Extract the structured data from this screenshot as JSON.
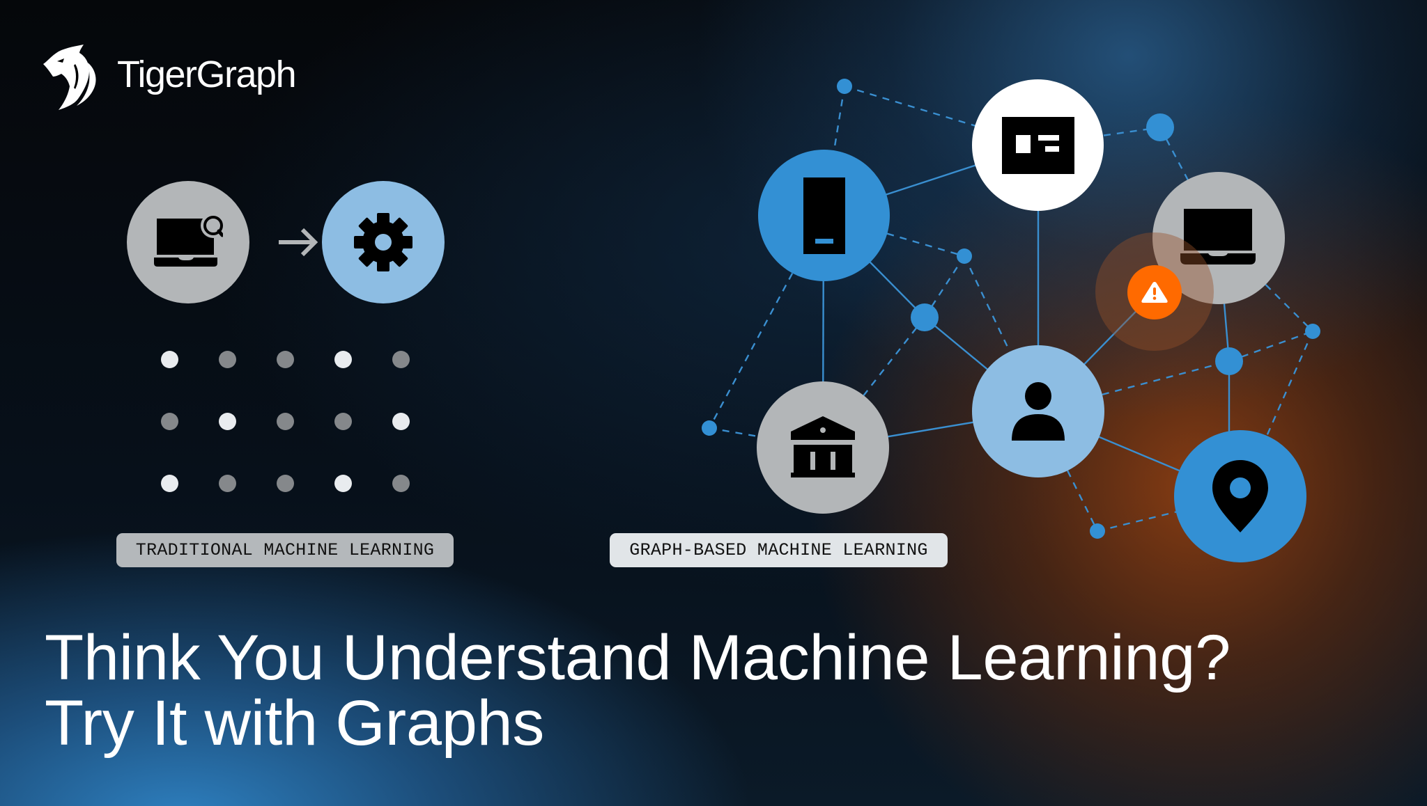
{
  "brand": {
    "logo_icon": "tiger-head-icon",
    "name": "TigerGraph"
  },
  "traditional": {
    "label": "TRADITIONAL MACHINE LEARNING",
    "source_icon": "laptop-search-icon",
    "arrow_icon": "arrow-right-icon",
    "target_icon": "gear-icon",
    "dot_grid": [
      [
        "bright",
        "dim",
        "dim",
        "bright",
        "dim"
      ],
      [
        "dim",
        "bright",
        "dim",
        "dim",
        "bright"
      ],
      [
        "bright",
        "dim",
        "dim",
        "bright",
        "dim"
      ]
    ]
  },
  "graph_based": {
    "label": "GRAPH-BASED MACHINE LEARNING",
    "nodes": [
      {
        "id": "phone",
        "icon": "phone-icon",
        "color": "#3390D4"
      },
      {
        "id": "card",
        "icon": "id-card-icon",
        "color": "#FFFFFF"
      },
      {
        "id": "laptop",
        "icon": "laptop-icon",
        "color": "#B3B6B8"
      },
      {
        "id": "bank",
        "icon": "bank-icon",
        "color": "#B3B6B8"
      },
      {
        "id": "person",
        "icon": "person-icon",
        "color": "#8DBDE3"
      },
      {
        "id": "location",
        "icon": "location-pin-icon",
        "color": "#3390D4"
      },
      {
        "id": "alert",
        "icon": "warning-icon",
        "color": "#FF6A00"
      }
    ]
  },
  "headline": {
    "line1": "Think You Understand Machine Learning?",
    "line2": "Try It with Graphs"
  },
  "colors": {
    "node_blue": "#3390D4",
    "node_light_blue": "#8DBDE3",
    "node_grey": "#B3B6B8",
    "alert_orange": "#FF6A00",
    "edge": "#3A8FD0"
  }
}
